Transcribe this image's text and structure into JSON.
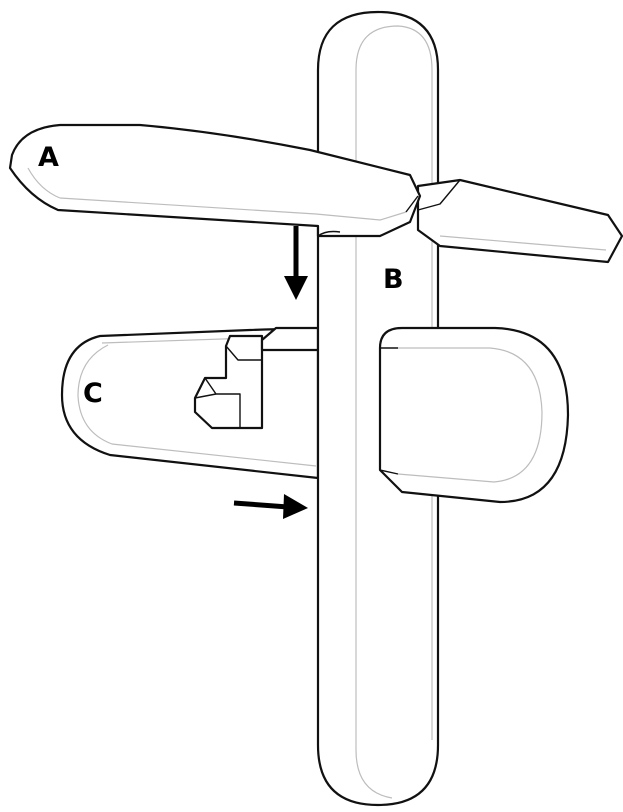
{
  "labels": {
    "a": "A",
    "b": "B",
    "c": "C"
  },
  "colors": {
    "outline": "#111111",
    "fill": "#ffffff",
    "inner_line": "#bdbdbd",
    "arrow": "#000000"
  },
  "arrows": [
    {
      "name": "down-arrow",
      "direction": "down"
    },
    {
      "name": "right-arrow",
      "direction": "right"
    }
  ]
}
